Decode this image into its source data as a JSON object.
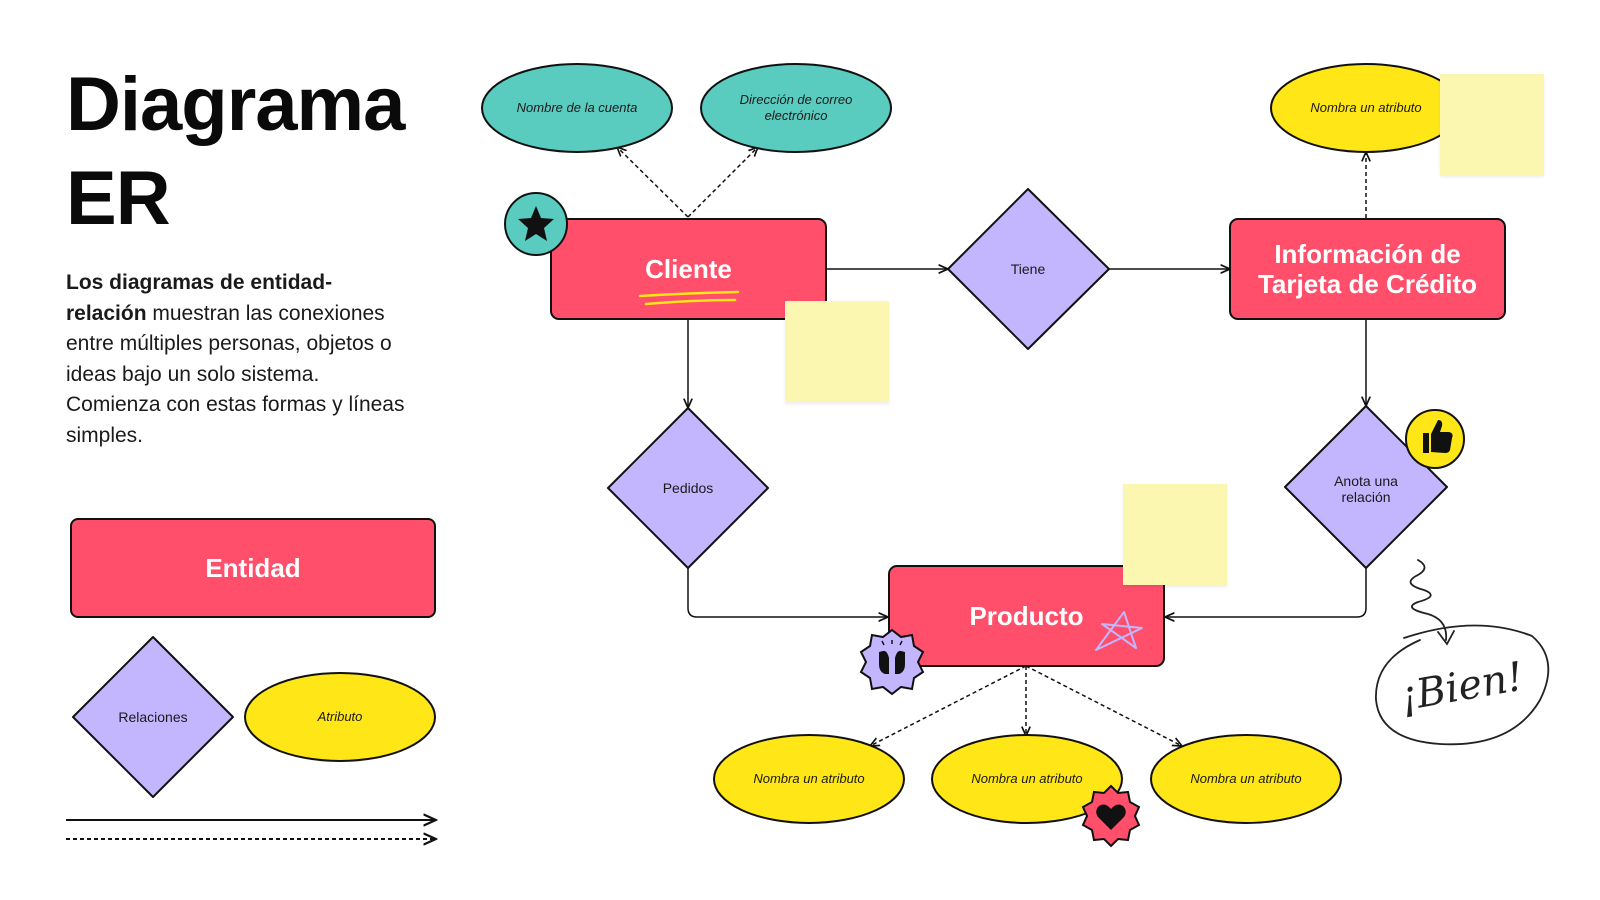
{
  "title": {
    "line1": "Diagrama",
    "line2": "ER"
  },
  "description": {
    "bold": "Los diagramas de entidad-relación",
    "rest": " muestran las conexiones entre múltiples personas, objetos o ideas bajo un solo sistema. Comienza con estas formas y líneas simples."
  },
  "legend": {
    "entity": "Entidad",
    "relation": "Relaciones",
    "attribute": "Atributo"
  },
  "entities": {
    "cliente": "Cliente",
    "tarjeta_line1": "Información de",
    "tarjeta_line2": "Tarjeta de Crédito",
    "producto": "Producto"
  },
  "relations": {
    "tiene": "Tiene",
    "pedidos": "Pedidos",
    "anota": "Anota una relación"
  },
  "attributes": {
    "nombre_cuenta": "Nombre de la cuenta",
    "direccion_correo": "Dirección de correo electrónico",
    "tarjeta_attr": "Nombra un atributo",
    "producto_attr_1": "Nombra un atributo",
    "producto_attr_2": "Nombra un atributo",
    "producto_attr_3": "Nombra un atributo"
  },
  "handwriting": "¡Bien!",
  "colors": {
    "entity": "#FF4F6B",
    "relation": "#C3B6FF",
    "attribute_teal": "#5ACBBF",
    "attribute_yellow": "#FFE617",
    "sticky": "#FBF7B0"
  },
  "icons": [
    "star-sticker-icon",
    "thumbs-up-sticker-icon",
    "raised-hands-sticker-icon",
    "heart-sticker-icon",
    "scribble-star-icon"
  ]
}
